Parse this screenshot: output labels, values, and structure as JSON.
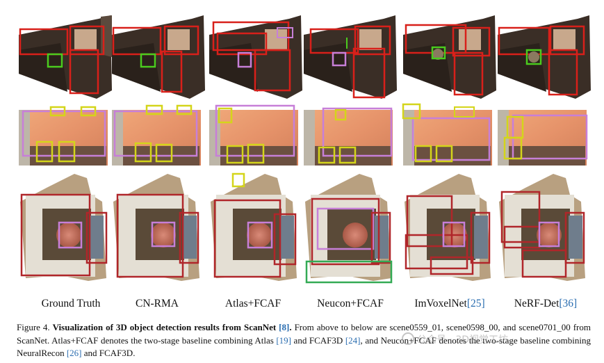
{
  "methods": [
    {
      "label": "Ground Truth",
      "ref": ""
    },
    {
      "label": "CN-RMA",
      "ref": ""
    },
    {
      "label": "Atlas+FCAF",
      "ref": ""
    },
    {
      "label": "Neucon+FCAF",
      "ref": ""
    },
    {
      "label": "ImVoxelNet",
      "ref": "[25]"
    },
    {
      "label": "NeRF-Det",
      "ref": "[36]"
    }
  ],
  "rows": [
    {
      "scene": "scene0559_01"
    },
    {
      "scene": "scene0598_00"
    },
    {
      "scene": "scene0701_00"
    }
  ],
  "caption": {
    "figure_label": "Figure 4.",
    "bold_title": "Visualization of 3D object detection results from ScanNet",
    "bold_ref": "[8]",
    "bold_end": ".",
    "text_1": " From above to below are scene0559_01, scene0598_00, and scene0701_00 from ScanNet. Atlas+FCAF denotes the two-stage baseline combining Atlas ",
    "ref_atlas": "[19]",
    "text_2": " and FCAF3D ",
    "ref_fcaf": "[24]",
    "text_3": ", and Neucon+FCAF denotes the two-stage baseline combining NeuralRecon ",
    "ref_neuralrecon": "[26]",
    "text_4": " and FCAF3D."
  },
  "watermark": "公众号 · 3D视觉工坊",
  "colors": {
    "red": "#d8201a",
    "darkred": "#b0262a",
    "green": "#33aa33",
    "lime": "#3bd61e",
    "yellow": "#d4d51a",
    "violet": "#c77fd8",
    "link": "#2a6db0"
  }
}
